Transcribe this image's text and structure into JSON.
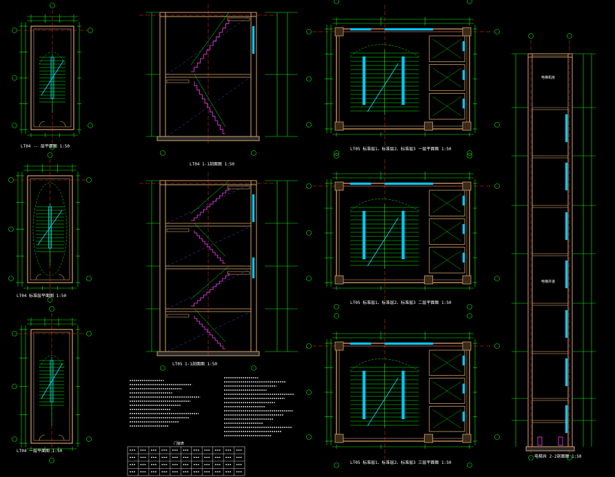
{
  "drawing": {
    "view_titles": [
      {
        "id": "lt04-plan-top",
        "text": "LT04 -- 层平面图 1:50"
      },
      {
        "id": "lt04-plan-mid",
        "text": "LT04 标准层平面图 1:50"
      },
      {
        "id": "lt04-plan-bot",
        "text": "LT04 一层平面图 1:50"
      },
      {
        "id": "lt04-section-top",
        "text": "LT04 1-1剖面图 1:50"
      },
      {
        "id": "lt05-section",
        "text": "LT05 1-1剖面图 1:50"
      },
      {
        "id": "lt05-plan-1",
        "text": "LT05 标准层1、标准层2、标准层3 一层平面图 1:50"
      },
      {
        "id": "lt05-plan-2",
        "text": "LT05 标准层1、标准层2、标准层3 二层平面图 1:50"
      },
      {
        "id": "lt05-plan-3",
        "text": "LT05 标准层1、标准层2、标准层3 三层平面图 1:50"
      },
      {
        "id": "elevator-section",
        "text": "电梯井 2-2剖面图 1:50"
      }
    ],
    "room_labels": {
      "top": "电梯机房",
      "middle": "电梯井道"
    },
    "table": {
      "title": "门窗表",
      "rows": 4,
      "cols": 11
    },
    "colors": {
      "background": "#000000",
      "wall": "#d9a46b",
      "dimension": "#00ff00",
      "axis": "#ff3030",
      "glass": "#00c8ff",
      "stair": "#ff40ff",
      "text": "#ffffff"
    }
  }
}
